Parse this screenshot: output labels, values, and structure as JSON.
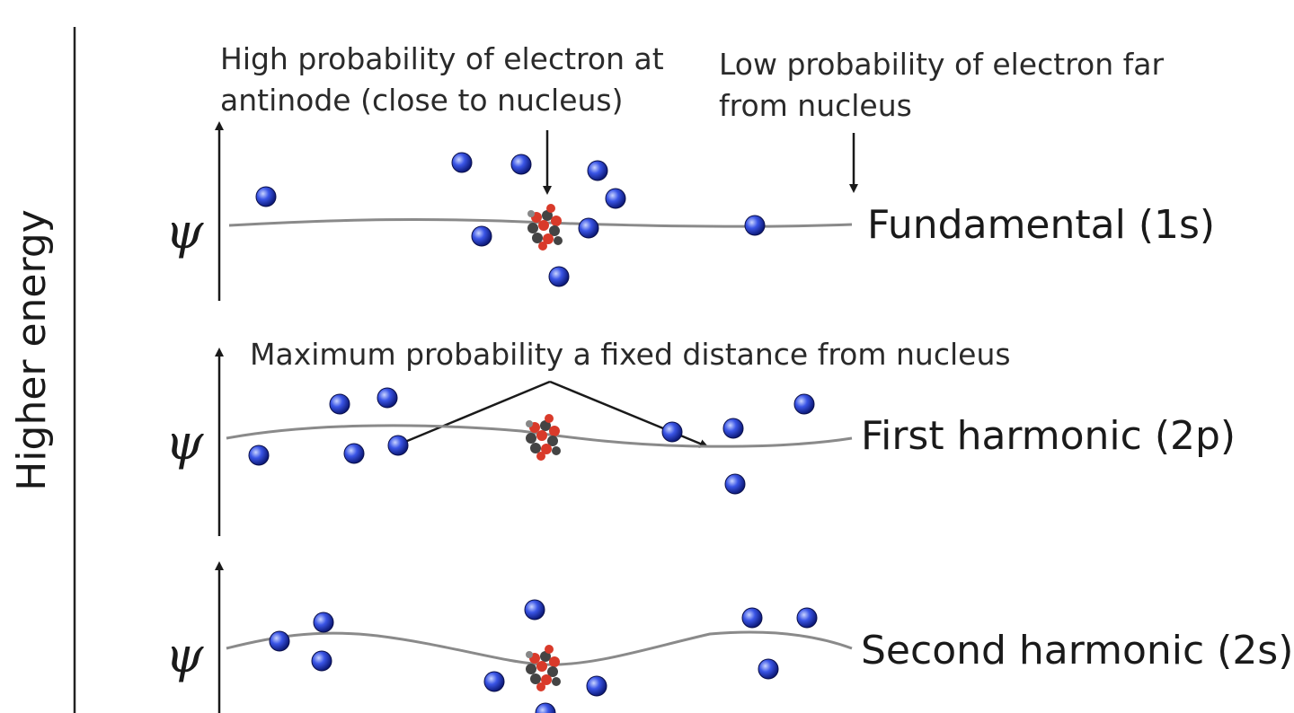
{
  "axis_title": "Higher energy",
  "psi_symbol": "ψ",
  "annotations": {
    "high_probability": [
      "High probability of electron at",
      "antinode (close to nucleus)"
    ],
    "low_probability": [
      "Low probability of electron far",
      "from nucleus"
    ],
    "maximum_probability": "Maximum probability a fixed distance from nucleus"
  },
  "levels": [
    {
      "label": "Fundamental (1s)"
    },
    {
      "label": "First harmonic (2p)"
    },
    {
      "label": "Second harmonic (2s)"
    }
  ],
  "colors": {
    "electron": "#2a3fd6",
    "nucleus_proton": "#d93a2a",
    "nucleus_neutron": "#333333",
    "wave": "#8a8a8a"
  }
}
